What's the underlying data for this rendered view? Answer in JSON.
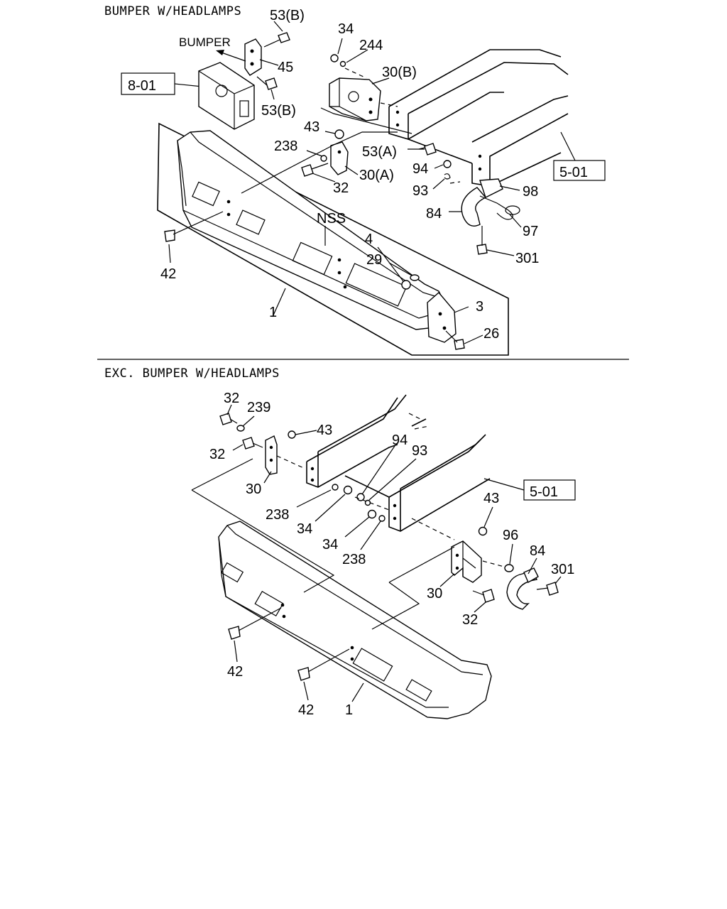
{
  "sections": {
    "top_title": "BUMPER W/HEADLAMPS",
    "bottom_title": "EXC. BUMPER W/HEADLAMPS"
  },
  "references": {
    "ref_8_01": "8-01",
    "ref_5_01_top": "5-01",
    "ref_5_01_bottom": "5-01"
  },
  "top_labels": {
    "l53b_1": "53(B)",
    "bumper": "BUMPER",
    "l45": "45",
    "l53b_2": "53(B)",
    "l34": "34",
    "l244": "244",
    "l30b": "30(B)",
    "l43": "43",
    "l238": "238",
    "l30a": "30(A)",
    "l32": "32",
    "l53a": "53(A)",
    "l94": "94",
    "l93": "93",
    "l98": "98",
    "l84": "84",
    "l97": "97",
    "l301": "301",
    "nss": "NSS",
    "l4": "4",
    "l29": "29",
    "l42": "42",
    "l1": "1",
    "l3": "3",
    "l26": "26"
  },
  "bottom_labels": {
    "l32a": "32",
    "l239": "239",
    "l43a": "43",
    "l32b": "32",
    "l30a": "30",
    "l94": "94",
    "l93": "93",
    "l238a": "238",
    "l34a": "34",
    "l34b": "34",
    "l238b": "238",
    "l43b": "43",
    "l96": "96",
    "l84": "84",
    "l301": "301",
    "l30b": "30",
    "l32c": "32",
    "l42a": "42",
    "l42b": "42",
    "l1": "1"
  }
}
